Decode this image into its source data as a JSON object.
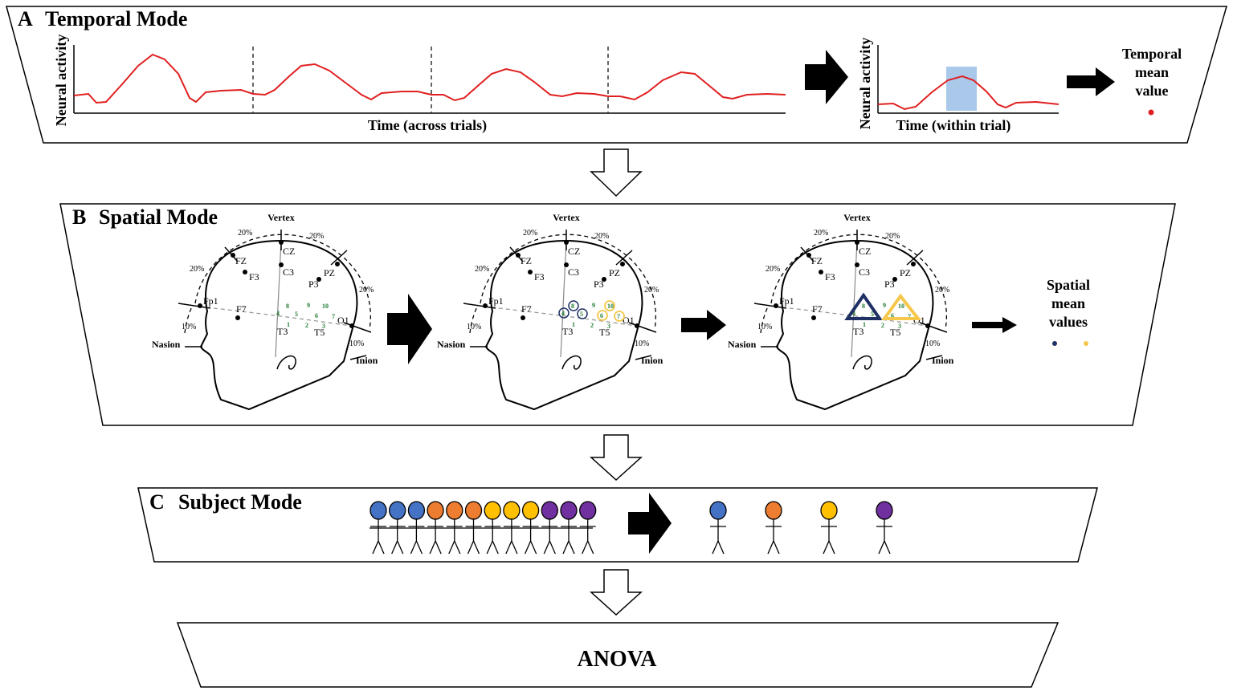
{
  "panels": {
    "temporal": {
      "letter": "A",
      "title": "Temporal Mode",
      "left_chart": {
        "ylabel": "Neural activity",
        "xlabel": "Time (across trials)"
      },
      "right_chart": {
        "ylabel": "Neural activity",
        "xlabel": "Time (within trial)"
      },
      "result_label_lines": [
        "Temporal",
        "mean",
        "value"
      ]
    },
    "spatial": {
      "letter": "B",
      "title": "Spatial Mode",
      "head_labels": {
        "vertex": "Vertex",
        "nasion": "Nasion",
        "inion": "Inion",
        "pct20": "20%",
        "pct10": "10%",
        "fz": "FZ",
        "f3": "F3",
        "cz": "CZ",
        "c3": "C3",
        "pz": "PZ",
        "p3": "P3",
        "fp1": "Fp1",
        "f7": "F7",
        "t3": "T3",
        "t5": "T5",
        "o1": "O1"
      },
      "electrode_numbers": [
        "8",
        "9",
        "10",
        "4",
        "5",
        "6",
        "7",
        "1",
        "2",
        "3"
      ],
      "result_label_lines": [
        "Spatial",
        "mean",
        "values"
      ]
    },
    "subject": {
      "letter": "C",
      "title": "Subject Mode",
      "groups": [
        {
          "color": "#4472c4",
          "count": 3
        },
        {
          "color": "#ed7d31",
          "count": 3
        },
        {
          "color": "#ffc000",
          "count": 3
        },
        {
          "color": "#7030a0",
          "count": 3
        }
      ]
    },
    "anova": {
      "title": "ANOVA"
    }
  },
  "colors": {
    "signal": "#e02020",
    "window": "#a9c8ea",
    "mean_dot": "#e02020",
    "spatial_region_1": "#1f3064",
    "spatial_region_2": "#f5c74a",
    "electrode_numbers": "#1f7a2e"
  }
}
